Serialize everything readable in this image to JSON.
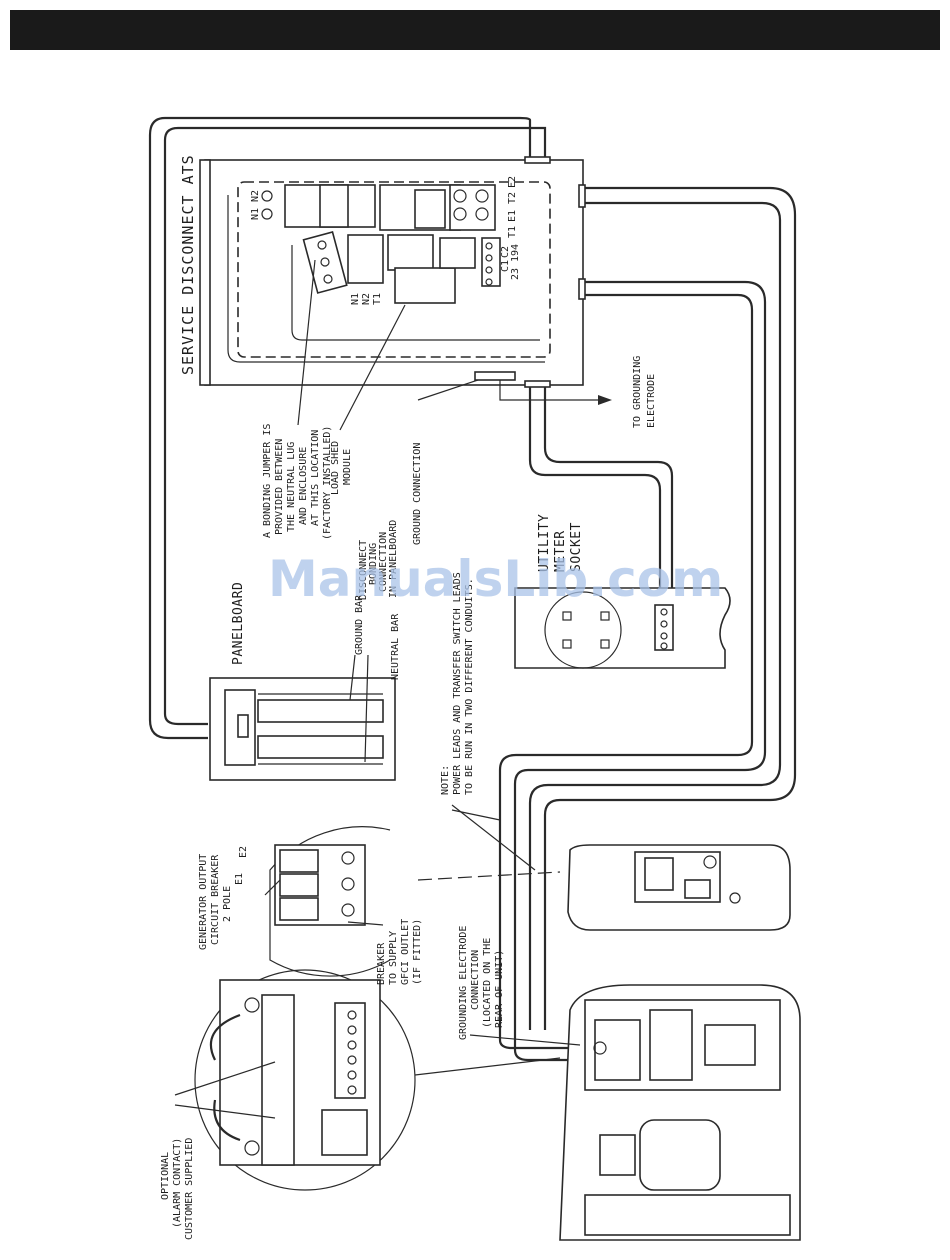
{
  "labels": {
    "ats_title": "SERVICE DISCONNECT ATS",
    "grounding_electrode": [
      "TO GROUNDING",
      "ELECTRODE"
    ],
    "bonding_jumper": [
      "A BONDING JUMPER IS",
      "PROVIDED BETWEEN",
      "THE NEUTRAL LUG",
      "AND ENCLOSURE",
      "AT THIS LOCATION",
      "(FACTORY INSTALLED)"
    ],
    "load_shed": [
      "LOAD SHED",
      "MODULE"
    ],
    "ground_connection": "GROUND CONNECTION",
    "utility_meter": [
      "UTILITY",
      "METER",
      "SOCKET"
    ],
    "panelboard": "PANELBOARD",
    "ground_bar": "GROUND BAR",
    "disconnect_bonding": [
      "DISCONNECT",
      "BONDING",
      "CONNECTION",
      "IN PANELBOARD"
    ],
    "neutral_bar": "NEUTRAL BAR",
    "note": [
      "NOTE:",
      "POWER LEADS AND TRANSFER SWITCH LEADS",
      "TO BE RUN IN TWO DIFFERENT CONDUITS."
    ],
    "gen_breaker": [
      "GENERATOR OUTPUT",
      "CIRCUIT BREAKER",
      "2 POLE"
    ],
    "breaker_gfci": [
      "BREAKER",
      "TO SUPPLY",
      "GFCI OUTLET",
      "(IF FITTED)"
    ],
    "grounding_connection": [
      "GROUNDING ELECTRODE",
      "CONNECTION",
      "(LOCATED ON THE",
      "REAR OF UNIT)"
    ],
    "alarm_contact": [
      "OPTIONAL",
      "(ALARM CONTACT)",
      "CUSTOMER SUPPLIED"
    ],
    "terminals_top": [
      "N2",
      "N1"
    ],
    "terminals_right": [
      "E2",
      "T2",
      "E1",
      "T1"
    ],
    "terminals_small": [
      "C2",
      "194",
      "C1",
      "23"
    ],
    "terminals_mid": [
      "N1",
      "N2",
      "T1"
    ],
    "breaker_terms": [
      "E2",
      "E1"
    ],
    "watermark": "ManualsLib.com"
  }
}
